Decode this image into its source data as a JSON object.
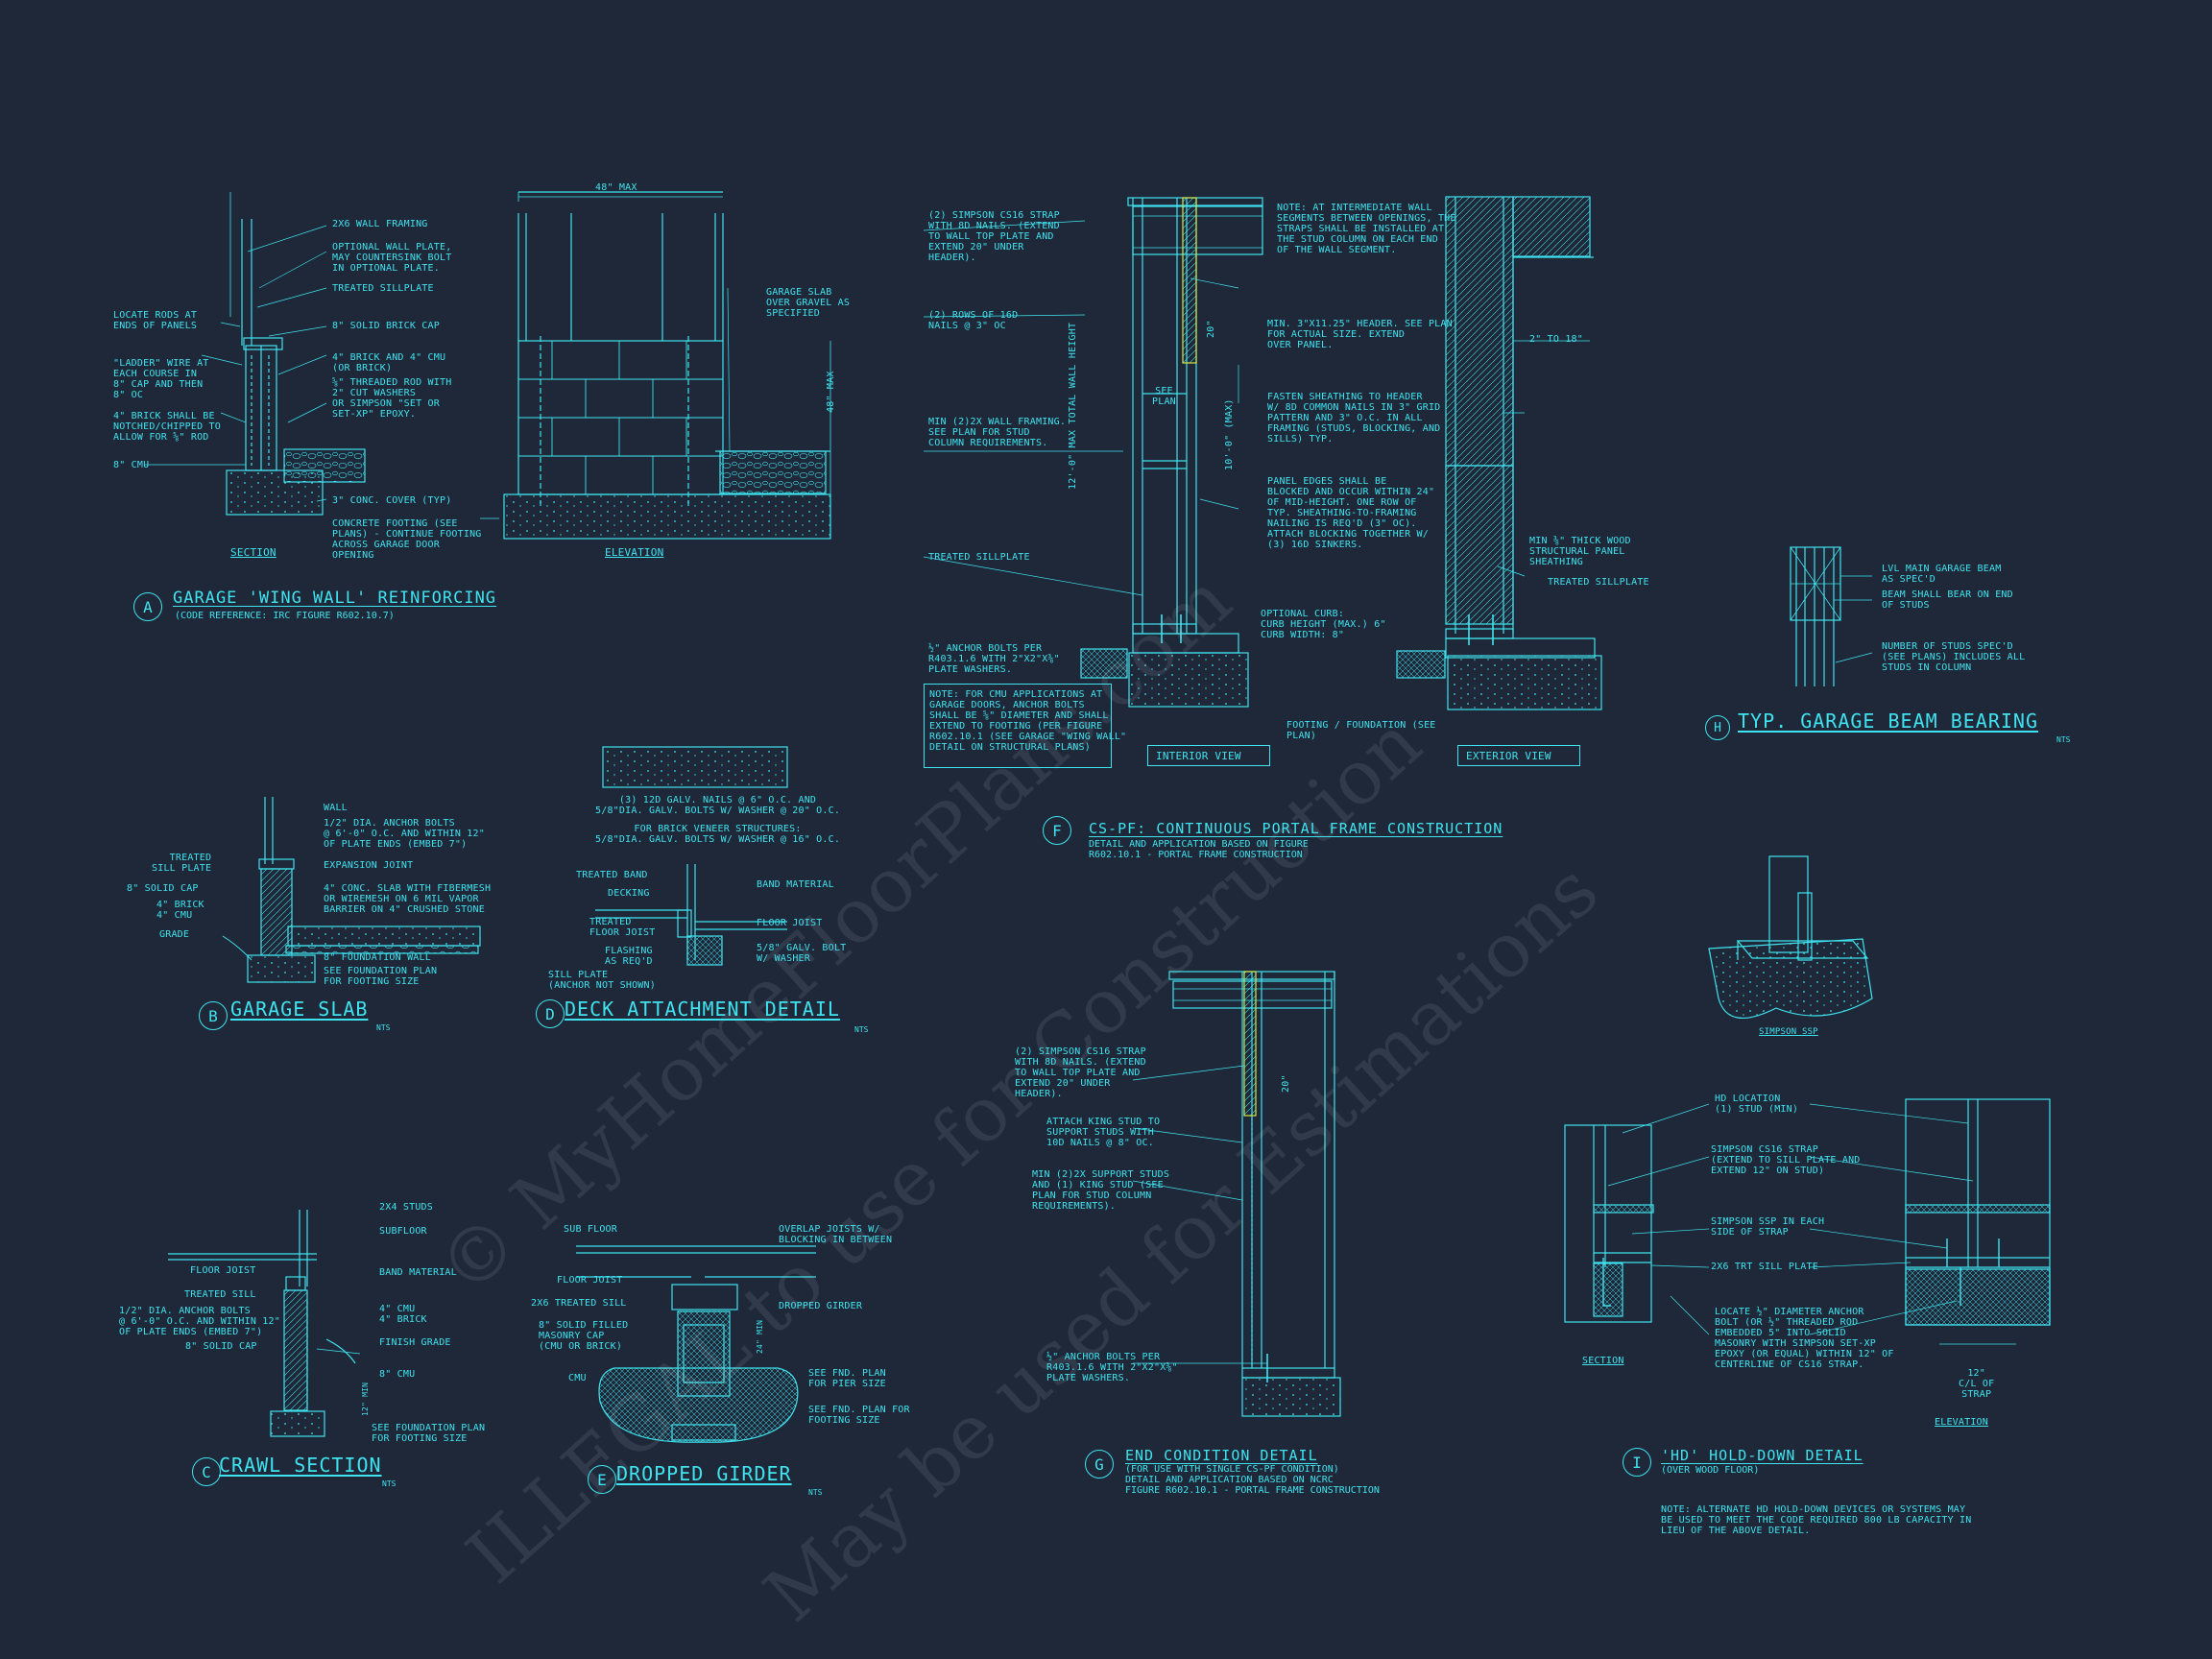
{
  "watermark": {
    "line1": "© MyHomeFloorPlans.com",
    "line2": "ILLEGAL to use for Construction",
    "line3": "May be used for Estimations"
  },
  "details": {
    "A": {
      "letter": "A",
      "title": "GARAGE 'WING WALL' REINFORCING",
      "subtitle": "(CODE REFERENCE: IRC FIGURE R602.10.7)",
      "section_label": "SECTION",
      "elevation_label": "ELEVATION",
      "dim_top": "48\" MAX",
      "dim_side": "48\" MAX",
      "labels_left": [
        "LOCATE RODS AT\nENDS OF PANELS",
        "\"LADDER\" WIRE AT\nEACH COURSE IN\n8\" CAP AND THEN\n8\" OC",
        "4\" BRICK SHALL BE\nNOTCHED/CHIPPED TO\nALLOW FOR ⅝\" ROD",
        "8\" CMU"
      ],
      "labels_center": [
        "2x6 WALL FRAMING",
        "OPTIONAL WALL PLATE,\nMAY COUNTERSINK BOLT\nIN OPTIONAL PLATE.",
        "TREATED SILLPLATE",
        "8\" SOLID BRICK CAP",
        "4\" BRICK AND 4\" CMU\n(OR BRICK)",
        "⅝\" THREADED ROD WITH\n2\" CUT WASHERS\nOR SIMPSON \"SET OR\nSET-XP\" EPOXY.",
        "3\" CONC. COVER (TYP)",
        "CONCRETE FOOTING (SEE\nPLANS) - CONTINUE FOOTING\nACROSS GARAGE DOOR\nOPENING"
      ],
      "label_right": "GARAGE SLAB\nOVER GRAVEL AS\nSPECIFIED"
    },
    "B": {
      "letter": "B",
      "title": "GARAGE SLAB",
      "nts": "NTS",
      "labels_left": [
        "TREATED\nSILL PLATE",
        "8\" SOLID CAP",
        "4\" BRICK\n4\" CMU",
        "GRADE"
      ],
      "labels_right": [
        "WALL",
        "1/2\" DIA. ANCHOR BOLTS\n@ 6'-0\" O.C. AND WITHIN 12\"\nOF PLATE ENDS (EMBED 7\")",
        "EXPANSION JOINT",
        "4\" CONC. SLAB WITH FIBERMESH\nOR WIREMESH ON 6 MIL VAPOR\nBARRIER ON 4\" CRUSHED STONE",
        "8\" FOUNDATION WALL",
        "SEE FOUNDATION PLAN\nFOR FOOTING SIZE"
      ]
    },
    "C": {
      "letter": "C",
      "title": "CRAWL SECTION",
      "nts": "NTS",
      "labels_left": [
        "FLOOR JOIST",
        "TREATED SILL",
        "1/2\" DIA. ANCHOR BOLTS\n@ 6'-0\" O.C. AND WITHIN 12\"\nOF PLATE ENDS (EMBED 7\")",
        "8\" SOLID CAP"
      ],
      "labels_right": [
        "2x4 STUDS",
        "SUBFLOOR",
        "BAND MATERIAL",
        "4\" CMU\n4\" BRICK",
        "FINISH GRADE",
        "8\" CMU",
        "SEE FOUNDATION PLAN\nFOR FOOTING SIZE"
      ],
      "dim": "12\" MIN"
    },
    "D": {
      "letter": "D",
      "title": "DECK ATTACHMENT DETAIL",
      "nts": "NTS",
      "note_top": "(3) 12d GALV. NAILS @ 6\" O.C. AND\n5/8\"dia. GALV. BOLTS W/ WASHER @ 20\" O.C.",
      "note_brick": "FOR BRICK VENEER STRUCTURES:\n5/8\"dia. GALV. BOLTS W/ WASHER @ 16\" O.C.",
      "labels_left": [
        "TREATED BAND",
        "DECKING",
        "TREATED\nFLOOR JOIST",
        "FLASHING\nAS REQ'D",
        "SILL PLATE\n(ANCHOR NOT SHOWN)"
      ],
      "labels_right": [
        "BAND MATERIAL",
        "FLOOR JOIST",
        "5/8\" GALV. BOLT\nW/ WASHER"
      ]
    },
    "E": {
      "letter": "E",
      "title": "DROPPED GIRDER",
      "nts": "NTS",
      "labels_left": [
        "SUB FLOOR",
        "FLOOR JOIST",
        "2x6 TREATED SILL",
        "8\" SOLID FILLED\nMASONRY CAP\n(CMU OR BRICK)",
        "CMU"
      ],
      "labels_right": [
        "OVERLAP JOISTS W/\nBLOCKING IN BETWEEN",
        "DROPPED GIRDER",
        "SEE FND. PLAN\nFOR PIER SIZE",
        "SEE FND. PLAN FOR\nFOOTING SIZE"
      ],
      "dim": "24\" MIN"
    },
    "F": {
      "letter": "F",
      "title": "CS-PF: CONTINUOUS PORTAL FRAME CONSTRUCTION",
      "subtitle": "DETAIL AND APPLICATION BASED ON FIGURE\nR602.10.1 - PORTAL FRAME CONSTRUCTION",
      "labels_left": [
        "(2) SIMPSON CS16 STRAP\nWITH 8d NAILS. (EXTEND\nTO WALL TOP PLATE AND\nEXTEND 20\" UNDER\nHEADER).",
        "(2) ROWS OF 16d\nNAILS @ 3\" OC",
        "MIN (2)2X WALL FRAMING.\nSEE PLAN FOR STUD\nCOLUMN REQUIREMENTS.",
        "TREATED SILLPLATE",
        "½\" ANCHOR BOLTS PER\nR403.1.6 WITH 2\"x2\"x⅜\"\nPLATE WASHERS."
      ],
      "note_box": "NOTE: FOR CMU APPLICATIONS AT\nGARAGE DOORS, ANCHOR BOLTS\nSHALL BE ⅝\" DIAMETER AND SHALL\nEXTEND TO FOOTING (PER FIGURE\nR602.10.1 (SEE GARAGE \"WING WALL\"\nDETAIL ON STRUCTURAL PLANS)",
      "labels_mid": [
        "NOTE: AT INTERMEDIATE WALL\nSEGMENTS BETWEEN OPENINGS, THE\nSTRAPS SHALL BE INSTALLED AT\nTHE STUD COLUMN ON EACH END\nOF THE WALL SEGMENT.",
        "MIN. 3\"x11.25\" HEADER. SEE PLAN\nFOR ACTUAL SIZE. EXTEND\nOVER PANEL.",
        "FASTEN SHEATHING TO HEADER\nW/ 8d COMMON NAILS IN 3\" GRID\nPATTERN AND 3\" O.C. IN ALL\nFRAMING (STUDS, BLOCKING, AND\nSILLS) TYP.",
        "PANEL EDGES SHALL BE\nBLOCKED AND OCCUR WITHIN 24\"\nOF MID-HEIGHT. ONE ROW OF\nTYP. SHEATHING-TO-FRAMING\nNAILING IS REQ'D (3\" OC).\nATTACH BLOCKING TOGETHER W/\n(3) 16d SINKERS.",
        "OPTIONAL CURB:\nCURB HEIGHT (MAX.) 6\"\nCURB WIDTH: 8\"",
        "FOOTING / FOUNDATION (SEE\nPLAN)"
      ],
      "labels_right": [
        "2\" TO 18\"",
        "MIN ⅜\" THICK WOOD\nSTRUCTURAL PANEL\nSHEATHING",
        "TREATED SILLPLATE"
      ],
      "see_plan": "SEE\nPLAN",
      "dim_wall": "12'-0\" MAX TOTAL WALL HEIGHT",
      "dim_10": "10'-0\" (MAX)",
      "dim_20": "20\"",
      "interior_view": "INTERIOR VIEW",
      "exterior_view": "EXTERIOR VIEW"
    },
    "G": {
      "letter": "G",
      "title": "END CONDITION DETAIL",
      "subtitle": "(FOR USE WITH SINGLE CS-PF CONDITION)\nDETAIL AND APPLICATION BASED ON NCRC\nFIGURE R602.10.1 - PORTAL FRAME CONSTRUCTION",
      "labels": [
        "(2) SIMPSON CS16 STRAP\nWITH 8d NAILS. (EXTEND\nTO WALL TOP PLATE AND\nEXTEND 20\" UNDER\nHEADER).",
        "ATTACH KING STUD TO\nSUPPORT STUDS WITH\n10d NAILS @ 8\" OC.",
        "MIN (2)2X SUPPORT STUDS\nAND (1) KING STUD (SEE\nPLAN FOR STUD COLUMN\nREQUIREMENTS).",
        "½\" ANCHOR BOLTS PER\nR403.1.6 WITH 2\"x2\"x⅜\"\nPLATE WASHERS."
      ],
      "dim_20": "20\""
    },
    "H": {
      "letter": "H",
      "title": "TYP. GARAGE BEAM BEARING",
      "nts": "NTS",
      "labels": [
        "LVL MAIN GARAGE BEAM\nAS SPEC'D",
        "BEAM SHALL BEAR ON END\nOF STUDS",
        "NUMBER OF STUDS SPEC'D\n(SEE PLANS) INCLUDES ALL\nSTUDS IN COLUMN"
      ]
    },
    "SSP": {
      "label": "SIMPSON SSP"
    },
    "I": {
      "letter": "I",
      "title": "'HD' HOLD-DOWN DETAIL",
      "subtitle": "(OVER WOOD FLOOR)",
      "section_label": "SECTION",
      "elevation_label": "ELEVATION",
      "labels": [
        "HD LOCATION\n(1) STUD (MIN)",
        "SIMPSON CS16 STRAP\n(EXTEND TO SILL PLATE AND\nEXTEND 12\" ON STUD)",
        "SIMPSON SSP IN EACH\nSIDE OF STRAP",
        "2x6 TRT SILL PLATE",
        "LOCATE ½\" DIAMETER ANCHOR\nBOLT (OR ½\" THREADED ROD\nEMBEDDED 5\" INTO SOLID\nMASONRY WITH SIMPSON SET-XP\nEPOXY (OR EQUAL) WITHIN 12\" OF\nCENTERLINE OF CS16 STRAP."
      ],
      "dim": "12\"\nC/L OF\nSTRAP",
      "note": "NOTE: ALTERNATE HD HOLD-DOWN DEVICES OR SYSTEMS MAY\nBE USED TO MEET THE CODE REQUIRED 800 LB CAPACITY IN\nLIEU OF THE ABOVE DETAIL."
    }
  }
}
